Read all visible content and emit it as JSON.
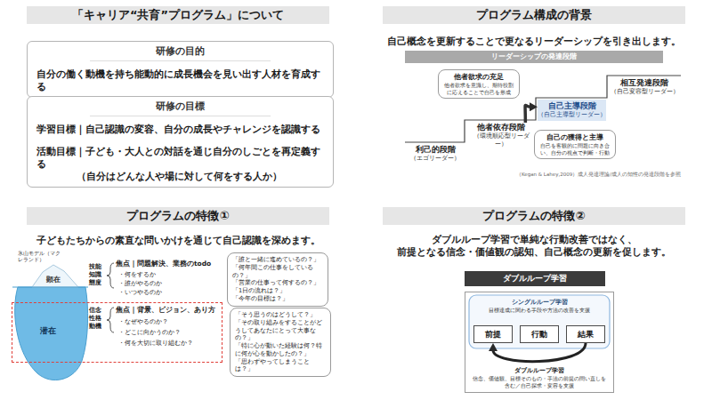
{
  "diagram": {
    "nodes": [
      {
        "text": [
          "「キャリア“共育”プログラム」について"
        ]
      },
      {
        "text": [
          "研修の目的",
          "自分の働く動機を持ち能動的に成長機会を見い出す人材を育成する"
        ]
      },
      {
        "text": [
          "研修の目標",
          "学習目標｜自己認識の変容、自分の成長やチャレンジを認識する",
          "活動目標｜子ども・大人との対話を通じ自分のしごとを再定義する",
          "（自分はどんな人や場に対して何をする人か）"
        ]
      },
      {
        "text": [
          "プログラム構成の背景"
        ]
      },
      {
        "text": [
          "リーダーシップの発達段階"
        ]
      },
      {
        "text": [
          "利己的段階",
          "（エゴリーダー）"
        ]
      },
      {
        "text": [
          "他者欲求の充足",
          "他者欲求を意識し、期待役割に応えることで自己を形成"
        ]
      },
      {
        "text": [
          "他者依存段階",
          "（環境順応型リーダー）"
        ]
      },
      {
        "text": [
          "自己主導段階",
          "（自己主導型リーダー）"
        ]
      },
      {
        "text": [
          "相互発達段階",
          "（自己変容型リーダー）"
        ]
      },
      {
        "text": [
          "自己の獲得と主導",
          "自己を客観的に問題に向き合い、自分の視点で判断・行動"
        ]
      },
      {
        "text": [
          "プログラムの特徴①"
        ]
      },
      {
        "text": [
          "「誰と一緒に進めているの？」",
          "「何年間この仕事をしているの？」",
          "「営業の仕事って何するの？」",
          "「1日の流れは？」",
          "「今年の目標は？」"
        ]
      },
      {
        "text": [
          "信念 性格 動機",
          "焦点｜背景、ビジョン、あり方",
          "・なぜやるのか？",
          "・どこに向かうのか？",
          "・何を大切に取り組むか？"
        ]
      },
      {
        "text": [
          "「そう思うのはどうして？」",
          "「その取り組みをすることがどうしてあなたにとって大事なの？」",
          "「特に心が動いた経験は何？特に何が心を動かしたの？」",
          "「思わずやってしまうことは？」"
        ]
      },
      {
        "text": [
          "プログラムの特徴②"
        ]
      },
      {
        "text": [
          "ダブルループ学習"
        ]
      },
      {
        "text": [
          "シングルループ学習",
          "目標達成に関わる手段や方法の改善を支援",
          "ダブルループ学習",
          "信念、価値観、目標そのもの・手法の前提の問い直しを含む／自己探求・変容を支援"
        ]
      },
      {
        "text": [
          "前提"
        ],
        "in": 17
      },
      {
        "text": [
          "行動"
        ],
        "in": 17
      },
      {
        "text": [
          "結果"
        ],
        "in": 17
      }
    ],
    "edges": [
      {
        "from": 7,
        "to": 8,
        "arrow": "to"
      },
      {
        "from": 20,
        "to": 18,
        "arrow": "to"
      }
    ],
    "labels": [
      "自己概念を更新することで更なるリーダーシップを引き出します。",
      "（Kegan & Lahey,2009）成人発達理論/成人の知性の発達段階を参照",
      "子どもたちからの素直な問いかけを通じて自己認識を深めます。",
      "氷山モデル（マクレランド）",
      "顕在",
      "潜在",
      "技能 知識 態度",
      "焦点｜問題解決、業務のtodo",
      "・何をするか",
      "・誰がやるのか",
      "・いつやるのか",
      "ダブルループ学習で単純な行動改善ではなく、 前提となる信念・価値観の認知、自己概念の更新を促します。"
    ]
  }
}
